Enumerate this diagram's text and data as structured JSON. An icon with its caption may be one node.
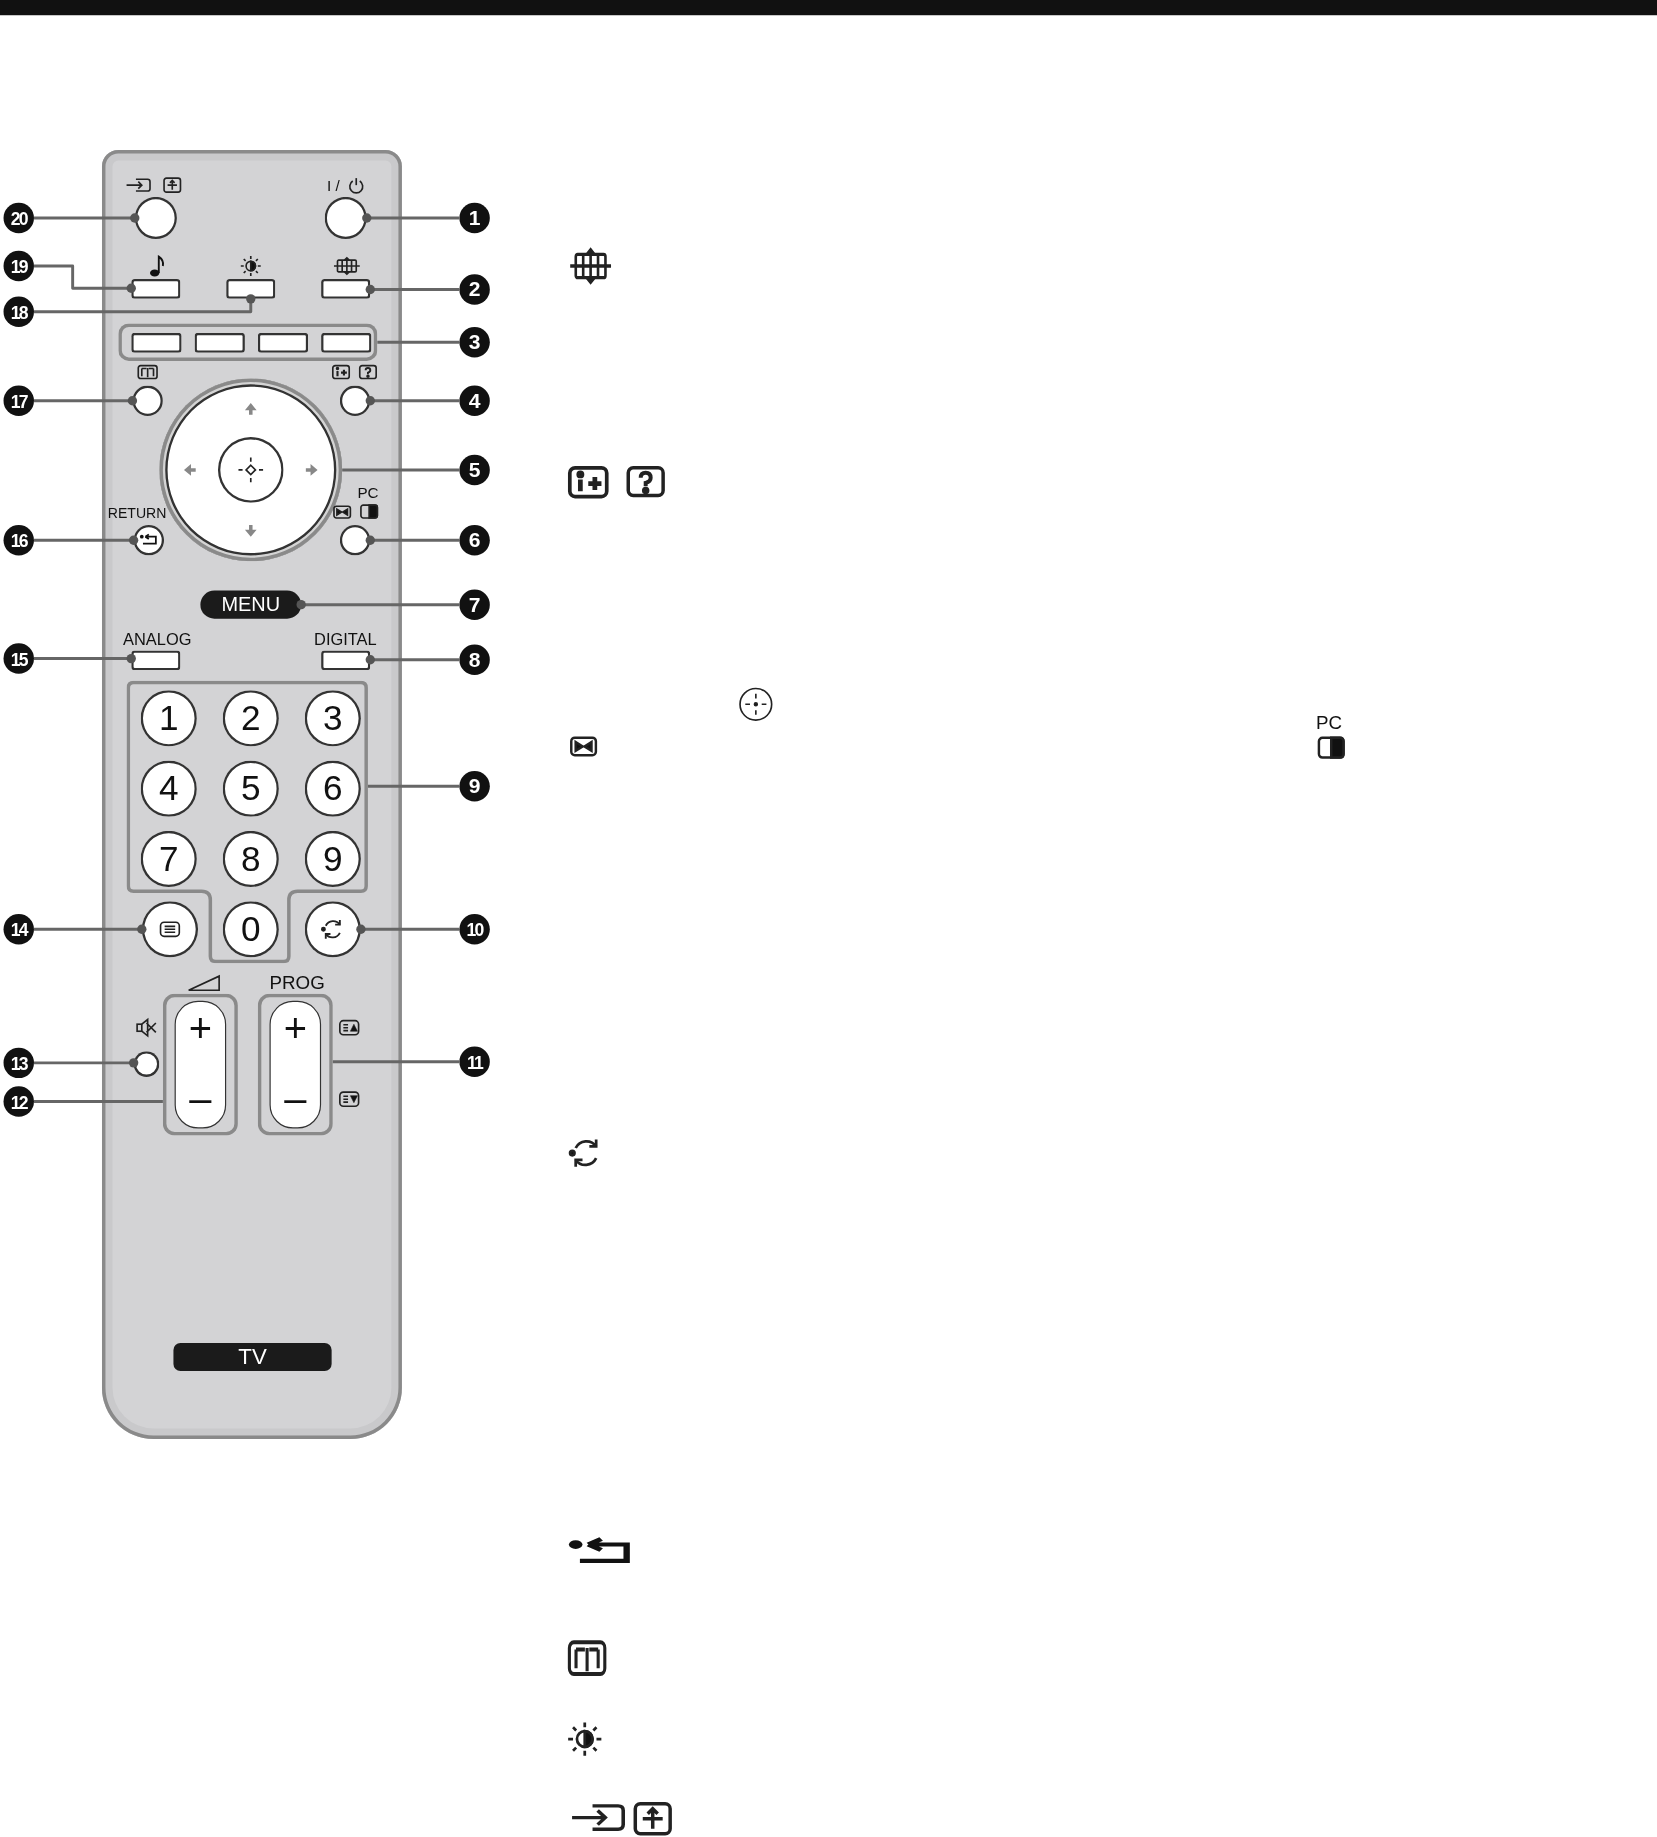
{
  "diagram": {
    "nodes": [
      {
        "text": [],
        "shape": "box"
      },
      {
        "text": [],
        "shape": "circle",
        "in": 0
      },
      {
        "text": [],
        "shape": "circle",
        "in": 0,
        "beside": [
          "I /"
        ]
      },
      {
        "text": [],
        "shape": "box",
        "in": 0
      },
      {
        "text": [],
        "shape": "box",
        "in": 0
      },
      {
        "text": [],
        "shape": "box",
        "in": 0
      },
      {
        "text": [],
        "shape": "box",
        "in": 0
      },
      {
        "text": [],
        "shape": "box",
        "in": 6
      },
      {
        "text": [],
        "shape": "box",
        "in": 6
      },
      {
        "text": [],
        "shape": "box",
        "in": 6
      },
      {
        "text": [],
        "shape": "box",
        "in": 6
      },
      {
        "text": [],
        "shape": "circle",
        "in": 0
      },
      {
        "text": [],
        "shape": "circle",
        "in": 0
      },
      {
        "text": [],
        "shape": "circle",
        "in": 0
      },
      {
        "text": [],
        "shape": "circle",
        "in": 13
      },
      {
        "text": [],
        "shape": "circle",
        "in": 0,
        "beside": [
          "RETURN"
        ]
      },
      {
        "text": [],
        "shape": "circle",
        "in": 0,
        "beside": [
          "PC"
        ]
      },
      {
        "text": [
          "MENU"
        ],
        "in": 0
      },
      {
        "text": [],
        "shape": "box",
        "in": 0,
        "beside": [
          "ANALOG"
        ]
      },
      {
        "text": [],
        "shape": "box",
        "in": 0,
        "beside": [
          "DIGITAL"
        ]
      },
      {
        "text": [],
        "shape": "box",
        "in": 0
      },
      {
        "text": [
          "1"
        ],
        "in": 20
      },
      {
        "text": [
          "2"
        ],
        "in": 20
      },
      {
        "text": [
          "3"
        ],
        "in": 20
      },
      {
        "text": [
          "4"
        ],
        "in": 20
      },
      {
        "text": [
          "5"
        ],
        "in": 20
      },
      {
        "text": [
          "6"
        ],
        "in": 20
      },
      {
        "text": [
          "7"
        ],
        "in": 20
      },
      {
        "text": [
          "8"
        ],
        "in": 20
      },
      {
        "text": [
          "9"
        ],
        "in": 20
      },
      {
        "text": [
          "0"
        ],
        "in": 20
      },
      {
        "text": [],
        "shape": "circle",
        "in": 0
      },
      {
        "text": [],
        "shape": "circle",
        "in": 0
      },
      {
        "text": [],
        "shape": "circle",
        "in": 0
      },
      {
        "text": [
          "+",
          "–"
        ],
        "in": 0
      },
      {
        "text": [
          "+",
          "–"
        ],
        "in": 0,
        "beside": [
          "PROG"
        ]
      },
      {
        "text": [
          "1"
        ]
      },
      {
        "text": [
          "2"
        ]
      },
      {
        "text": [
          "3"
        ]
      },
      {
        "text": [
          "4"
        ]
      },
      {
        "text": [
          "5"
        ]
      },
      {
        "text": [
          "6"
        ]
      },
      {
        "text": [
          "7"
        ]
      },
      {
        "text": [
          "8"
        ]
      },
      {
        "text": [
          "9"
        ]
      },
      {
        "text": [
          "10"
        ]
      },
      {
        "text": [
          "11"
        ]
      },
      {
        "text": [
          "12"
        ]
      },
      {
        "text": [
          "13"
        ]
      },
      {
        "text": [
          "14"
        ]
      },
      {
        "text": [
          "15"
        ]
      },
      {
        "text": [
          "16"
        ]
      },
      {
        "text": [
          "17"
        ]
      },
      {
        "text": [
          "18"
        ]
      },
      {
        "text": [
          "19"
        ]
      },
      {
        "text": [
          "20"
        ]
      }
    ],
    "edges": [
      {
        "from": 36,
        "to": 2,
        "arrow": "other"
      },
      {
        "from": 37,
        "to": 5,
        "arrow": "other"
      },
      {
        "from": 38,
        "to": 6,
        "arrow": "none"
      },
      {
        "from": 39,
        "to": 12,
        "arrow": "other"
      },
      {
        "from": 40,
        "to": 13,
        "arrow": "none"
      },
      {
        "from": 41,
        "to": 16,
        "arrow": "other"
      },
      {
        "from": 42,
        "to": 17,
        "arrow": "other"
      },
      {
        "from": 43,
        "to": 19,
        "arrow": "other"
      },
      {
        "from": 44,
        "to": 20,
        "arrow": "none"
      },
      {
        "from": 45,
        "to": 32,
        "arrow": "other"
      },
      {
        "from": 46,
        "to": 35,
        "arrow": "none"
      },
      {
        "from": 47,
        "to": 34,
        "arrow": "none"
      },
      {
        "from": 48,
        "to": 33,
        "arrow": "other"
      },
      {
        "from": 49,
        "to": 31,
        "arrow": "other"
      },
      {
        "from": 50,
        "to": 18,
        "arrow": "other"
      },
      {
        "from": 51,
        "to": 15,
        "arrow": "other"
      },
      {
        "from": 52,
        "to": 11,
        "arrow": "other"
      },
      {
        "from": 53,
        "to": 4,
        "arrow": "other"
      },
      {
        "from": 54,
        "to": 3,
        "arrow": "other"
      },
      {
        "from": 55,
        "to": 1,
        "arrow": "other"
      }
    ],
    "labels": [
      "TV",
      "PC"
    ]
  }
}
